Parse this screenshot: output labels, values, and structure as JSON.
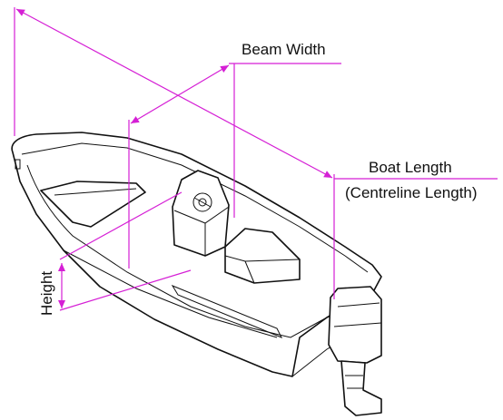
{
  "labels": {
    "beam_width": "Beam Width",
    "boat_length": "Boat Length",
    "centreline_length": "(Centreline Length)",
    "height": "Height"
  },
  "colors": {
    "dimension_line": "#d51fd5",
    "outline": "#111111"
  },
  "icons": {
    "boat": "boat-drawing",
    "outboard": "outboard-motor",
    "steering": "steering-wheel"
  }
}
